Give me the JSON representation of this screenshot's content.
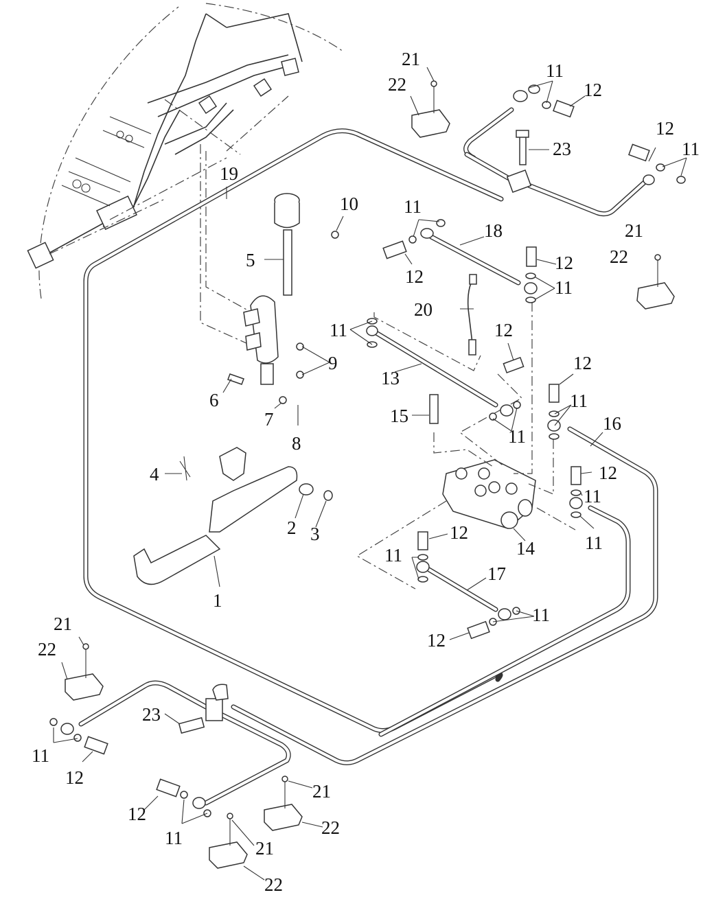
{
  "diagram": {
    "type": "exploded-parts-diagram",
    "subject": "brake pedal, master cylinder and brake line assembly",
    "colors": {
      "line": "#333333",
      "background": "#ffffff",
      "text": "#111111"
    }
  },
  "callouts": [
    {
      "id": "c1",
      "label": "1",
      "part": "brake pedal"
    },
    {
      "id": "c2",
      "label": "2",
      "part": "washer"
    },
    {
      "id": "c3",
      "label": "3",
      "part": "circlip"
    },
    {
      "id": "c4",
      "label": "4",
      "part": "return spring"
    },
    {
      "id": "c5",
      "label": "5",
      "part": "master cylinder with reservoir"
    },
    {
      "id": "c6",
      "label": "6",
      "part": "clevis pin"
    },
    {
      "id": "c7",
      "label": "7",
      "part": "washer"
    },
    {
      "id": "c8",
      "label": "8",
      "part": "cotter pin"
    },
    {
      "id": "c9",
      "label": "9",
      "part": "bolt"
    },
    {
      "id": "c10",
      "label": "10",
      "part": "bolt"
    },
    {
      "id": "c11a",
      "label": "11",
      "part": "sealing washer"
    },
    {
      "id": "c12a",
      "label": "12",
      "part": "banjo bolt"
    },
    {
      "id": "c12b",
      "label": "12",
      "part": "banjo bolt"
    },
    {
      "id": "c11b",
      "label": "11",
      "part": "sealing washer"
    },
    {
      "id": "c23a",
      "label": "23",
      "part": "bolt"
    },
    {
      "id": "c21a",
      "label": "21",
      "part": "screw"
    },
    {
      "id": "c22a",
      "label": "22",
      "part": "hose clip"
    },
    {
      "id": "c19",
      "label": "19",
      "part": "brake line"
    },
    {
      "id": "c11c",
      "label": "11",
      "part": "sealing washer"
    },
    {
      "id": "c18",
      "label": "18",
      "part": "brake hose"
    },
    {
      "id": "c12c",
      "label": "12",
      "part": "banjo bolt"
    },
    {
      "id": "c12d",
      "label": "12",
      "part": "banjo bolt"
    },
    {
      "id": "c11d",
      "label": "11",
      "part": "sealing washer"
    },
    {
      "id": "c21b",
      "label": "21",
      "part": "screw"
    },
    {
      "id": "c22b",
      "label": "22",
      "part": "hose clip"
    },
    {
      "id": "c20",
      "label": "20",
      "part": "brake light switch"
    },
    {
      "id": "c11e",
      "label": "11",
      "part": "sealing washer"
    },
    {
      "id": "c12e",
      "label": "12",
      "part": "banjo bolt"
    },
    {
      "id": "c13",
      "label": "13",
      "part": "brake hose"
    },
    {
      "id": "c12f",
      "label": "12",
      "part": "banjo bolt"
    },
    {
      "id": "c11f",
      "label": "11",
      "part": "sealing washer"
    },
    {
      "id": "c16",
      "label": "16",
      "part": "brake line"
    },
    {
      "id": "c15",
      "label": "15",
      "part": "bolt"
    },
    {
      "id": "c11g",
      "label": "11",
      "part": "sealing washer"
    },
    {
      "id": "c12g",
      "label": "12",
      "part": "banjo bolt"
    },
    {
      "id": "c11h",
      "label": "11",
      "part": "sealing washer"
    },
    {
      "id": "c11i",
      "label": "11",
      "part": "sealing washer"
    },
    {
      "id": "c14",
      "label": "14",
      "part": "distribution valve"
    },
    {
      "id": "c12h",
      "label": "12",
      "part": "banjo bolt"
    },
    {
      "id": "c11j",
      "label": "11",
      "part": "sealing washer"
    },
    {
      "id": "c17",
      "label": "17",
      "part": "brake hose"
    },
    {
      "id": "c11k",
      "label": "11",
      "part": "sealing washer"
    },
    {
      "id": "c12i",
      "label": "12",
      "part": "banjo bolt"
    },
    {
      "id": "c21c",
      "label": "21",
      "part": "screw"
    },
    {
      "id": "c22c",
      "label": "22",
      "part": "hose clip"
    },
    {
      "id": "c23b",
      "label": "23",
      "part": "bolt"
    },
    {
      "id": "c11l",
      "label": "11",
      "part": "sealing washer"
    },
    {
      "id": "c12j",
      "label": "12",
      "part": "banjo bolt"
    },
    {
      "id": "c21d",
      "label": "21",
      "part": "screw"
    },
    {
      "id": "c12k",
      "label": "12",
      "part": "banjo bolt"
    },
    {
      "id": "c22d",
      "label": "22",
      "part": "hose clip"
    },
    {
      "id": "c11m",
      "label": "11",
      "part": "sealing washer"
    },
    {
      "id": "c21e",
      "label": "21",
      "part": "screw"
    },
    {
      "id": "c22e",
      "label": "22",
      "part": "hose clip"
    }
  ]
}
